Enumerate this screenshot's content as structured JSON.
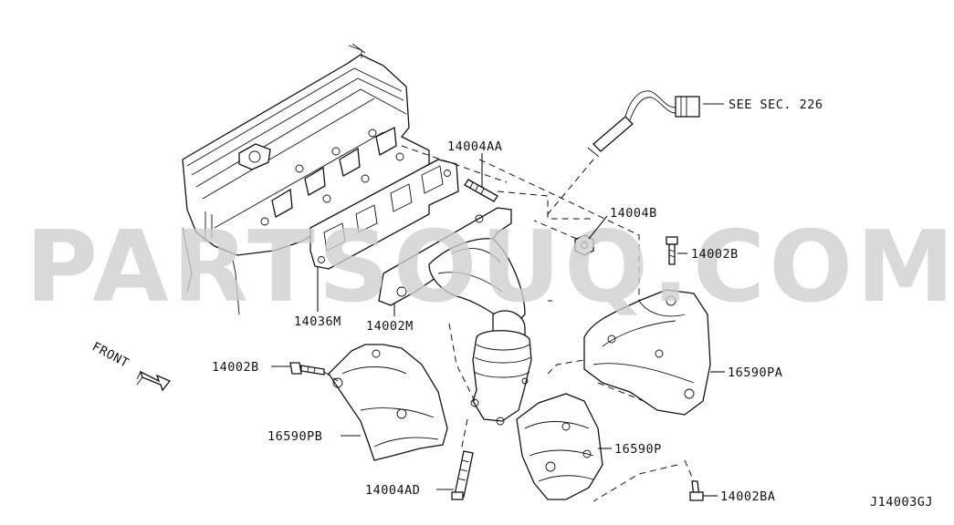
{
  "watermark": "PARTSOUQ.COM",
  "diagram_id": "J14003GJ",
  "front_label": "FRONT",
  "see_label": "SEE SEC. 226",
  "labels": {
    "p14004AA": "14004AA",
    "p14004B": "14004B",
    "p14002B_top": "14002B",
    "p14036M": "14036M",
    "p14002M": "14002M",
    "p14002B_left": "14002B",
    "p16590PA": "16590PA",
    "p16590PB": "16590PB",
    "p16590P": "16590P",
    "p14004AD": "14004AD",
    "p14002BA": "14002BA"
  }
}
